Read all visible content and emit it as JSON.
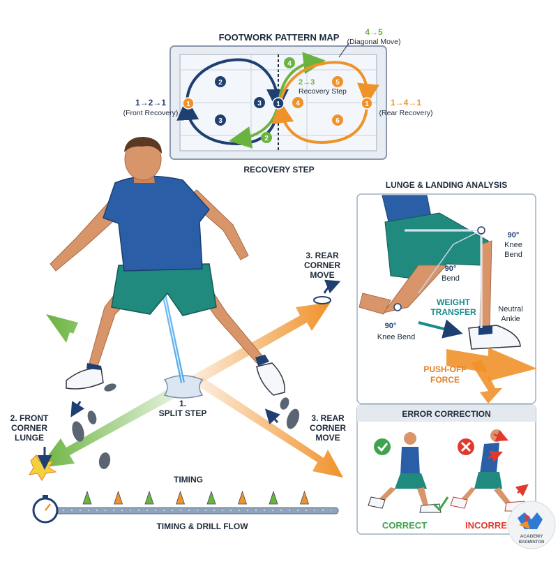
{
  "pattern_map": {
    "title": "FOOTWORK PATTERN MAP",
    "caption": "RECOVERY STEP",
    "left_seq": "1→2→1",
    "left_seq_note": "(Front Recovery)",
    "right_seq": "1→4→1",
    "right_seq_note": "(Rear Recovery)",
    "diag_seq": "4→5",
    "diag_note": "(Diagonal Move)",
    "mid_seq": "2→3",
    "mid_note": "Recovery Step",
    "nodes": [
      "1",
      "2",
      "3",
      "3",
      "1",
      "4",
      "2",
      "4",
      "5",
      "6",
      "1"
    ]
  },
  "main": {
    "split_step_num": "1.",
    "split_step": "SPLIT STEP",
    "front_corner": [
      "2. FRONT",
      "CORNER",
      "LUNGE"
    ],
    "rear_corner_top": [
      "3. REAR",
      "CORNER",
      "MOVE"
    ],
    "rear_corner_bottom": [
      "3. REAR",
      "CORNER",
      "MOVE"
    ],
    "timing_label": "TIMING",
    "timing_caption": "TIMING & DRILL FLOW"
  },
  "lunge_panel": {
    "title": "LUNGE & LANDING ANALYSIS",
    "knee_deg": "90°",
    "knee_label": [
      "Knee",
      "Bend"
    ],
    "bend_deg": "90°",
    "bend_label": "Bend",
    "weight_transfer": [
      "WEIGHT",
      "TRANSFER"
    ],
    "neutral_ankle": [
      "Neutral",
      "Ankle"
    ],
    "back_knee_deg": "90°",
    "back_knee_label": "Knee Bend",
    "push_off": [
      "PUSH-OFF",
      "FORCE"
    ]
  },
  "error_panel": {
    "title": "ERROR CORRECTION",
    "correct_label": "CORRECT",
    "incorrect_label": "INCORRE",
    "logo_text": [
      "ACADEMY",
      "BADMINTON"
    ]
  },
  "colors": {
    "navy": "#1f3f73",
    "green": "#6ab33e",
    "orange": "#f0922a",
    "red": "#e03a2f",
    "teal": "#1a8a8c",
    "shirt": "#2a5ea6",
    "shorts": "#1f8a7d",
    "skin": "#d9956a"
  }
}
